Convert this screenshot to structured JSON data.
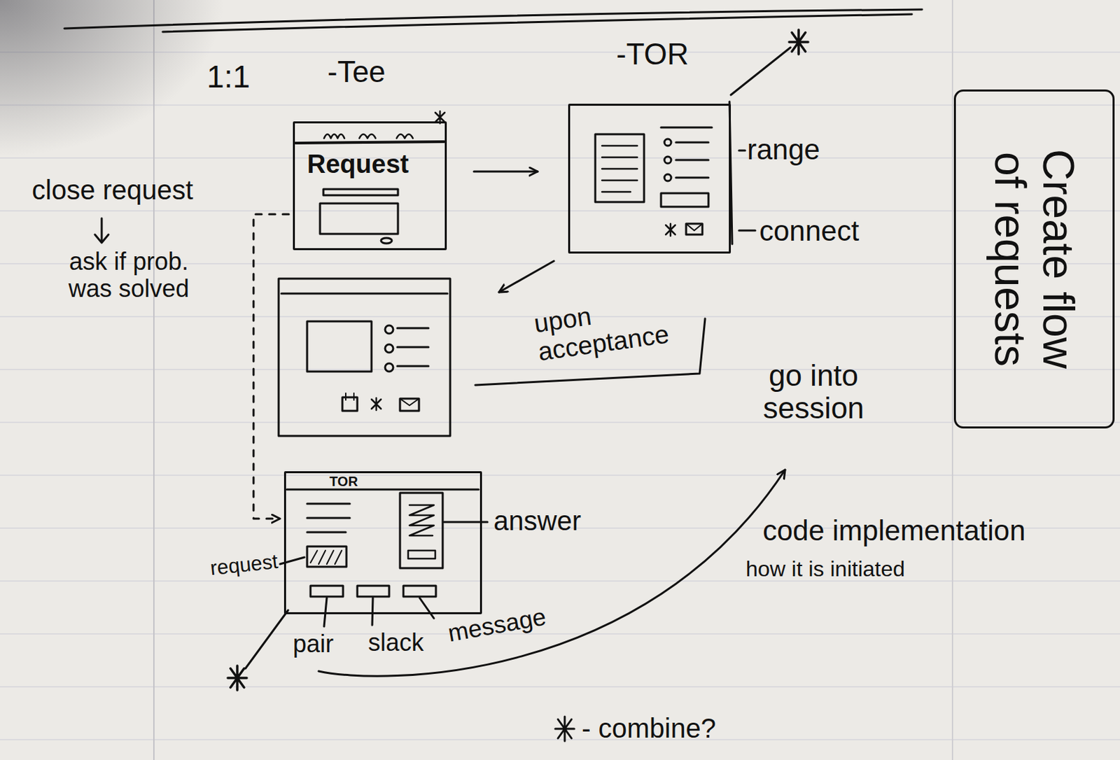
{
  "diagram": {
    "nodes": [
      {
        "text": [
          "-Tee",
          "Request"
        ]
      },
      {
        "text": [
          "-TOR"
        ]
      },
      {
        "text": [
          "Create flow of requests"
        ]
      },
      {
        "text": [
          "TOR"
        ]
      }
    ],
    "edges": [
      {
        "from": 0,
        "to": 1,
        "arrow": "to"
      },
      {
        "from": 0,
        "to": 3,
        "arrow": "to"
      }
    ],
    "labels": [
      "1:1",
      "close request",
      "ask if prob. was solved",
      "range",
      "connect",
      "upon acceptance",
      "go into session",
      "answer",
      "request",
      "pair",
      "slack",
      "message",
      "code implementation",
      "how it is initiated",
      "- combine?"
    ]
  }
}
